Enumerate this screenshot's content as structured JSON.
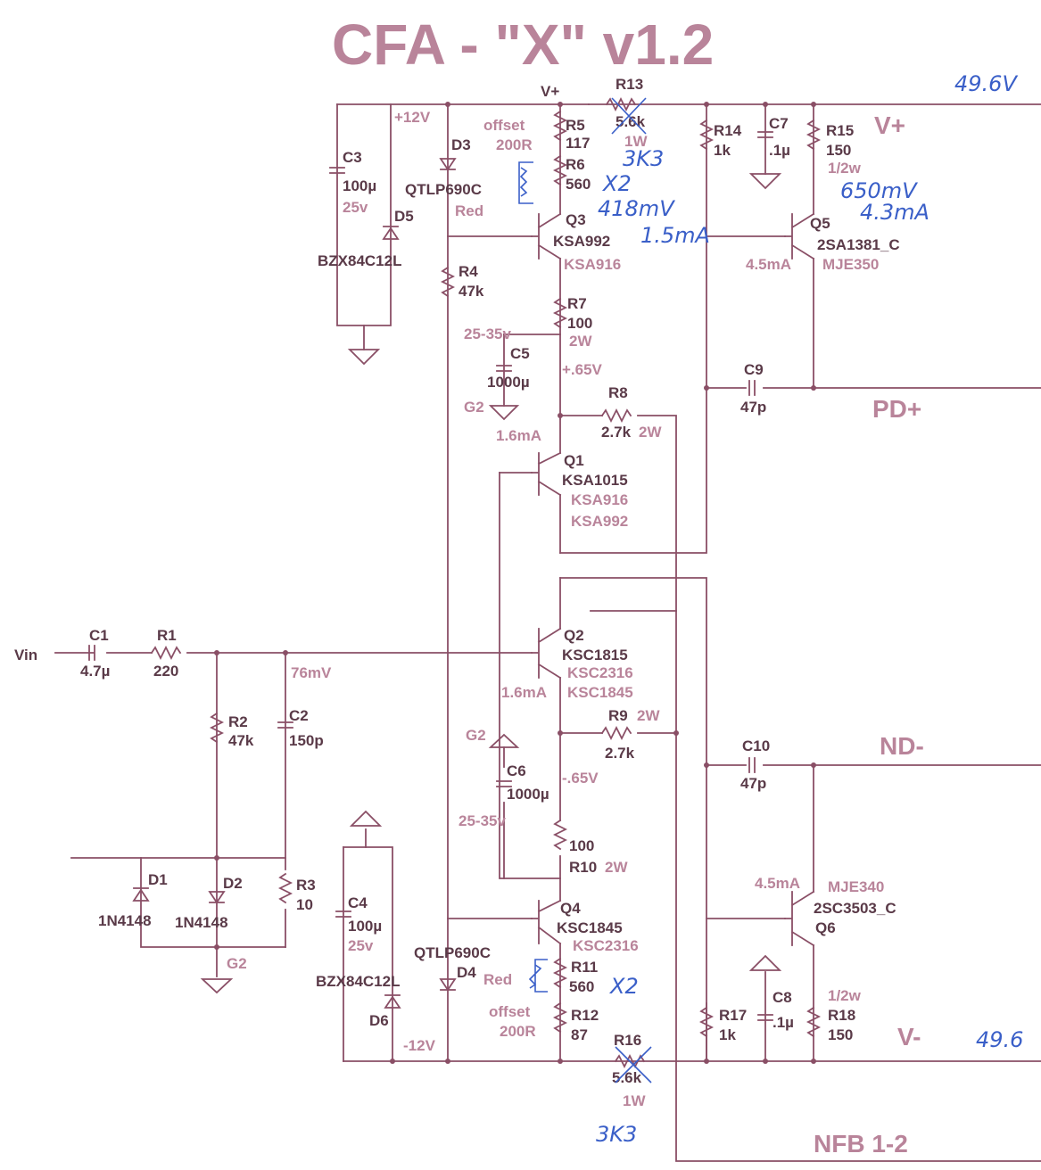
{
  "title": "CFA - \"X\" v1.2",
  "net_labels": {
    "v_plus": "V+",
    "v_minus": "V-",
    "pd_plus": "PD+",
    "nd_minus": "ND-",
    "nfb": "NFB 1-2"
  },
  "rails": {
    "top_vplus": "V+",
    "plus12": "+12V",
    "minus12": "-12V",
    "vin": "Vin"
  },
  "components": {
    "c1": {
      "ref": "C1",
      "val": "4.7µ"
    },
    "r1": {
      "ref": "R1",
      "val": "220"
    },
    "r2": {
      "ref": "R2",
      "val": "47k"
    },
    "c2": {
      "ref": "C2",
      "val": "150p"
    },
    "r3": {
      "ref": "R3",
      "val": "10"
    },
    "d1": {
      "ref": "D1",
      "val": "1N4148"
    },
    "d2": {
      "ref": "D2",
      "val": "1N4148"
    },
    "c3": {
      "ref": "C3",
      "val": "100µ",
      "rating": "25v"
    },
    "d5": {
      "ref": "D5",
      "val": "BZX84C12L"
    },
    "d3": {
      "ref": "D3",
      "val": "QTLP690C",
      "color": "Red"
    },
    "r4": {
      "ref": "R4",
      "val": "47k"
    },
    "c4": {
      "ref": "C4",
      "val": "100µ",
      "rating": "25v"
    },
    "d6": {
      "ref": "D6",
      "val": "BZX84C12L"
    },
    "d4": {
      "ref": "D4",
      "val": "QTLP690C",
      "color": "Red"
    },
    "r5": {
      "ref": "R5",
      "val": "117",
      "note": "offset",
      "note2": "200R"
    },
    "r6": {
      "ref": "R6",
      "val": "560"
    },
    "r13": {
      "ref": "R13",
      "val": "5.6k",
      "power": "1W"
    },
    "r14": {
      "ref": "R14",
      "val": "1k"
    },
    "c7": {
      "ref": "C7",
      "val": ".1µ"
    },
    "r15": {
      "ref": "R15",
      "val": "150",
      "power": "1/2w"
    },
    "q3": {
      "ref": "Q3",
      "val": "KSA992",
      "alt": "KSA916"
    },
    "q5": {
      "ref": "Q5",
      "val": "2SA1381_C",
      "alt": "MJE350",
      "current": "4.5mA"
    },
    "r7": {
      "ref": "R7",
      "val": "100",
      "power": "2W"
    },
    "c5": {
      "ref": "C5",
      "val": "1000µ",
      "rating": "25-35v",
      "gnd": "G2"
    },
    "r8": {
      "ref": "R8",
      "val": "2.7k",
      "power": "2W"
    },
    "c9": {
      "ref": "C9",
      "val": "47p"
    },
    "q1": {
      "ref": "Q1",
      "val": "KSA1015",
      "alt1": "KSA916",
      "alt2": "KSA992",
      "current": "1.6mA"
    },
    "q2": {
      "ref": "Q2",
      "val": "KSC1815",
      "alt1": "KSC2316",
      "alt2": "KSC1845",
      "current": "1.6mA"
    },
    "r9": {
      "ref": "R9",
      "val": "2.7k",
      "power": "2W"
    },
    "c6": {
      "ref": "C6",
      "val": "1000µ",
      "rating": "25-35v",
      "gnd": "G2"
    },
    "r10": {
      "ref": "R10",
      "val": "100",
      "power": "2W"
    },
    "c10": {
      "ref": "C10",
      "val": "47p"
    },
    "q4": {
      "ref": "Q4",
      "val": "KSC1845",
      "alt": "KSC2316"
    },
    "q6": {
      "ref": "Q6",
      "val": "2SC3503_C",
      "alt": "MJE340",
      "current": "4.5mA"
    },
    "r11": {
      "ref": "R11",
      "val": "560"
    },
    "r12": {
      "ref": "R12",
      "val": "87",
      "note": "offset",
      "note2": "200R"
    },
    "r16": {
      "ref": "R16",
      "val": "5.6k",
      "power": "1W"
    },
    "r17": {
      "ref": "R17",
      "val": "1k"
    },
    "c8": {
      "ref": "C8",
      "val": ".1µ"
    },
    "r18": {
      "ref": "R18",
      "val": "150",
      "power": "1/2w"
    }
  },
  "voltages": {
    "v_in_node": "76mV",
    "plus065": "+.65V",
    "minus065": "-.65V",
    "g2": "G2"
  },
  "handwritten": {
    "top_right": "49.6V",
    "bottom_right": "49.6",
    "r13_new": "3K3",
    "r16_new": "3K3",
    "x2_a": "X2",
    "x2_b": "X2",
    "q3_v": "418mV",
    "q3_i": "1.5mA",
    "q5_v": "650mV",
    "q5_i": "4.3mA"
  },
  "colors": {
    "wire": "#8a4f66",
    "label": "#5a3a48",
    "title": "#b9849a",
    "ink": "#3a5fc8"
  }
}
